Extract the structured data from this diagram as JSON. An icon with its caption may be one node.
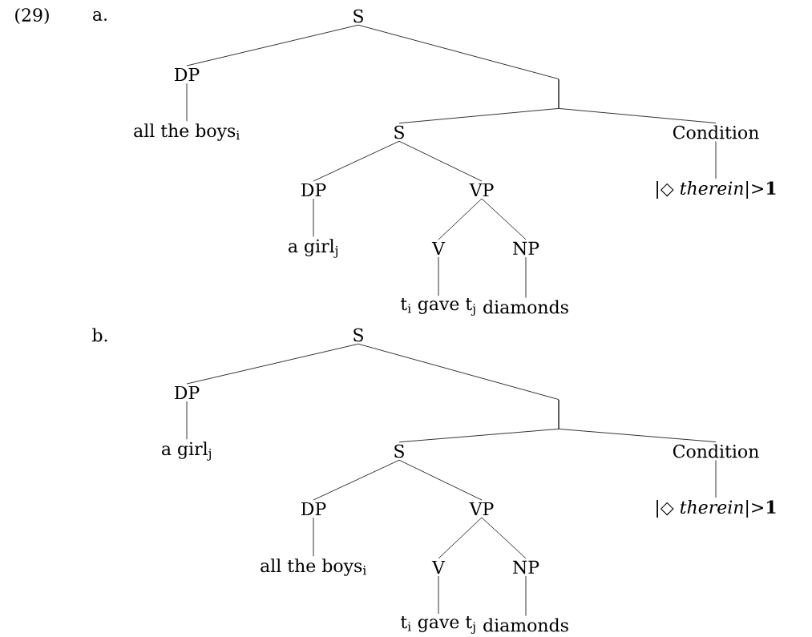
{
  "diagram": {
    "nodes": [
      {
        "text": [
          "S"
        ]
      },
      {
        "text": [
          "DP"
        ]
      },
      {
        "text": [
          "all the boys$_{i}$"
        ]
      },
      {
        "text": [],
        "shape": "bar"
      },
      {
        "text": [
          "S"
        ]
      },
      {
        "text": [
          "Condition"
        ]
      },
      {
        "text": [
          "|◇ *therein*|>**1**"
        ]
      },
      {
        "text": [
          "DP"
        ]
      },
      {
        "text": [
          "a girl$_{j}$"
        ]
      },
      {
        "text": [
          "VP"
        ]
      },
      {
        "text": [
          "V"
        ]
      },
      {
        "text": [
          "t$_{i}$ gave t$_{j}$"
        ]
      },
      {
        "text": [
          "NP"
        ]
      },
      {
        "text": [
          "diamonds"
        ]
      },
      {
        "text": [
          "S"
        ]
      },
      {
        "text": [
          "DP"
        ]
      },
      {
        "text": [
          "a girl$_{j}$"
        ]
      },
      {
        "text": [],
        "shape": "bar"
      },
      {
        "text": [
          "S"
        ]
      },
      {
        "text": [
          "Condition"
        ]
      },
      {
        "text": [
          "|◇ *therein*|>**1**"
        ]
      },
      {
        "text": [
          "DP"
        ]
      },
      {
        "text": [
          "all the boys$_{i}$"
        ]
      },
      {
        "text": [
          "VP"
        ]
      },
      {
        "text": [
          "V"
        ]
      },
      {
        "text": [
          "t$_{i}$ gave t$_{j}$"
        ]
      },
      {
        "text": [
          "NP"
        ]
      },
      {
        "text": [
          "diamonds"
        ]
      }
    ],
    "edges": [
      {
        "from": 0,
        "to": 1,
        "arrow": "none"
      },
      {
        "from": 0,
        "to": 3,
        "arrow": "none"
      },
      {
        "from": 1,
        "to": 2,
        "arrow": "none"
      },
      {
        "from": 3,
        "to": 4,
        "arrow": "none"
      },
      {
        "from": 3,
        "to": 5,
        "arrow": "none"
      },
      {
        "from": 5,
        "to": 6,
        "arrow": "none"
      },
      {
        "from": 4,
        "to": 7,
        "arrow": "none"
      },
      {
        "from": 4,
        "to": 9,
        "arrow": "none"
      },
      {
        "from": 7,
        "to": 8,
        "arrow": "none"
      },
      {
        "from": 9,
        "to": 10,
        "arrow": "none"
      },
      {
        "from": 9,
        "to": 12,
        "arrow": "none"
      },
      {
        "from": 10,
        "to": 11,
        "arrow": "none"
      },
      {
        "from": 12,
        "to": 13,
        "arrow": "none"
      },
      {
        "from": 14,
        "to": 15,
        "arrow": "none"
      },
      {
        "from": 14,
        "to": 17,
        "arrow": "none"
      },
      {
        "from": 15,
        "to": 16,
        "arrow": "none"
      },
      {
        "from": 17,
        "to": 18,
        "arrow": "none"
      },
      {
        "from": 17,
        "to": 19,
        "arrow": "none"
      },
      {
        "from": 19,
        "to": 20,
        "arrow": "none"
      },
      {
        "from": 18,
        "to": 21,
        "arrow": "none"
      },
      {
        "from": 18,
        "to": 23,
        "arrow": "none"
      },
      {
        "from": 21,
        "to": 22,
        "arrow": "none"
      },
      {
        "from": 23,
        "to": 24,
        "arrow": "none"
      },
      {
        "from": 23,
        "to": 26,
        "arrow": "none"
      },
      {
        "from": 24,
        "to": 25,
        "arrow": "none"
      },
      {
        "from": 26,
        "to": 27,
        "arrow": "none"
      }
    ],
    "labels": [
      "(29)",
      "a.",
      "b."
    ]
  }
}
